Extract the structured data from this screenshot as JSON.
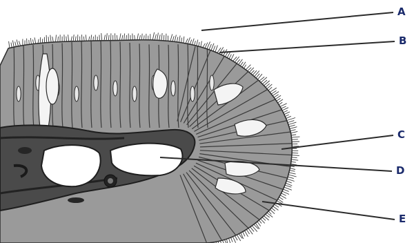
{
  "labels": [
    {
      "id": "A",
      "text": "A"
    },
    {
      "id": "B",
      "text": "B"
    },
    {
      "id": "C",
      "text": "C"
    },
    {
      "id": "D",
      "text": "D"
    },
    {
      "id": "E",
      "text": "E"
    }
  ],
  "colors": {
    "cell_fill": "#9a9a9a",
    "cell_light": "#bdbdbd",
    "goblet": "#f4f4f4",
    "lamina": "#4a4a4a",
    "outline": "#2b2b2b",
    "label": "#1a2a6b"
  }
}
